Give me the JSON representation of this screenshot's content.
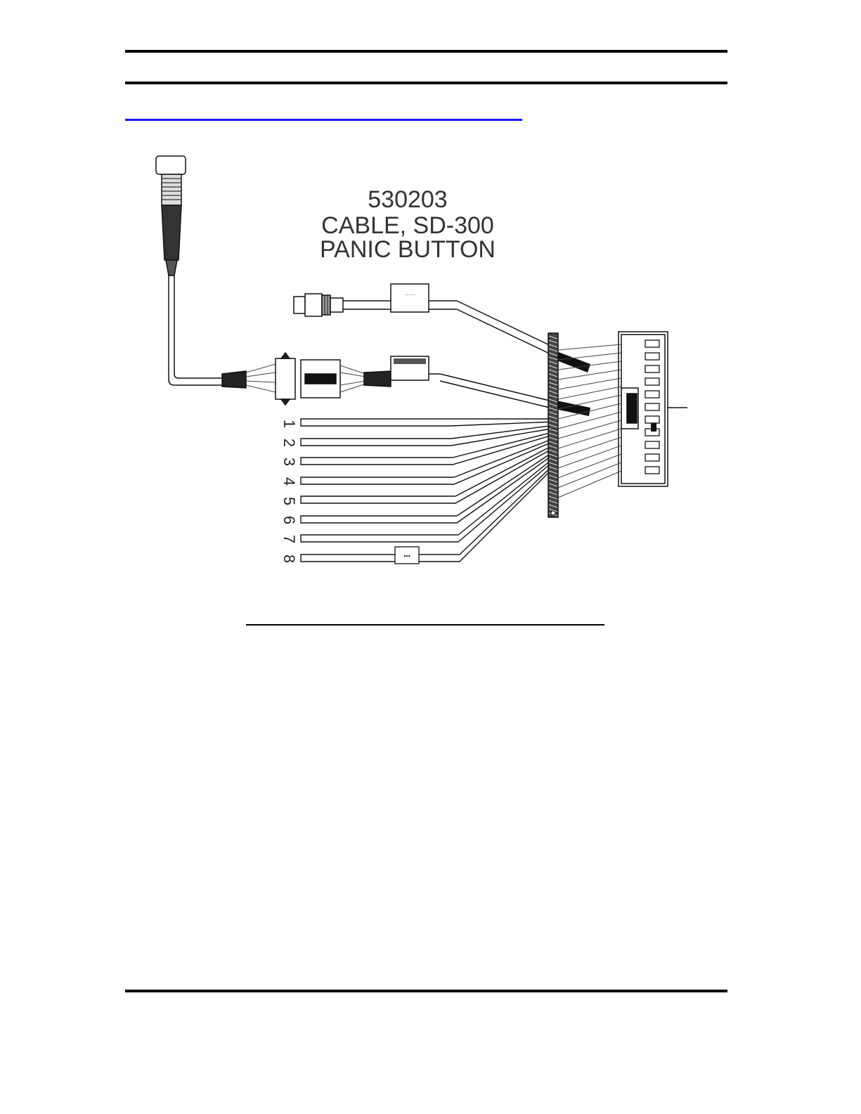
{
  "diagram": {
    "part_number": "530203",
    "title_line_1": "CABLE, SD-300",
    "title_line_2": "PANIC BUTTON",
    "wire_labels": [
      "1",
      "2",
      "3",
      "4",
      "5",
      "6",
      "7",
      "8"
    ],
    "colors": {
      "rule": "#000000",
      "link_underline": "#1a1aff",
      "line_art": "#111111"
    }
  }
}
